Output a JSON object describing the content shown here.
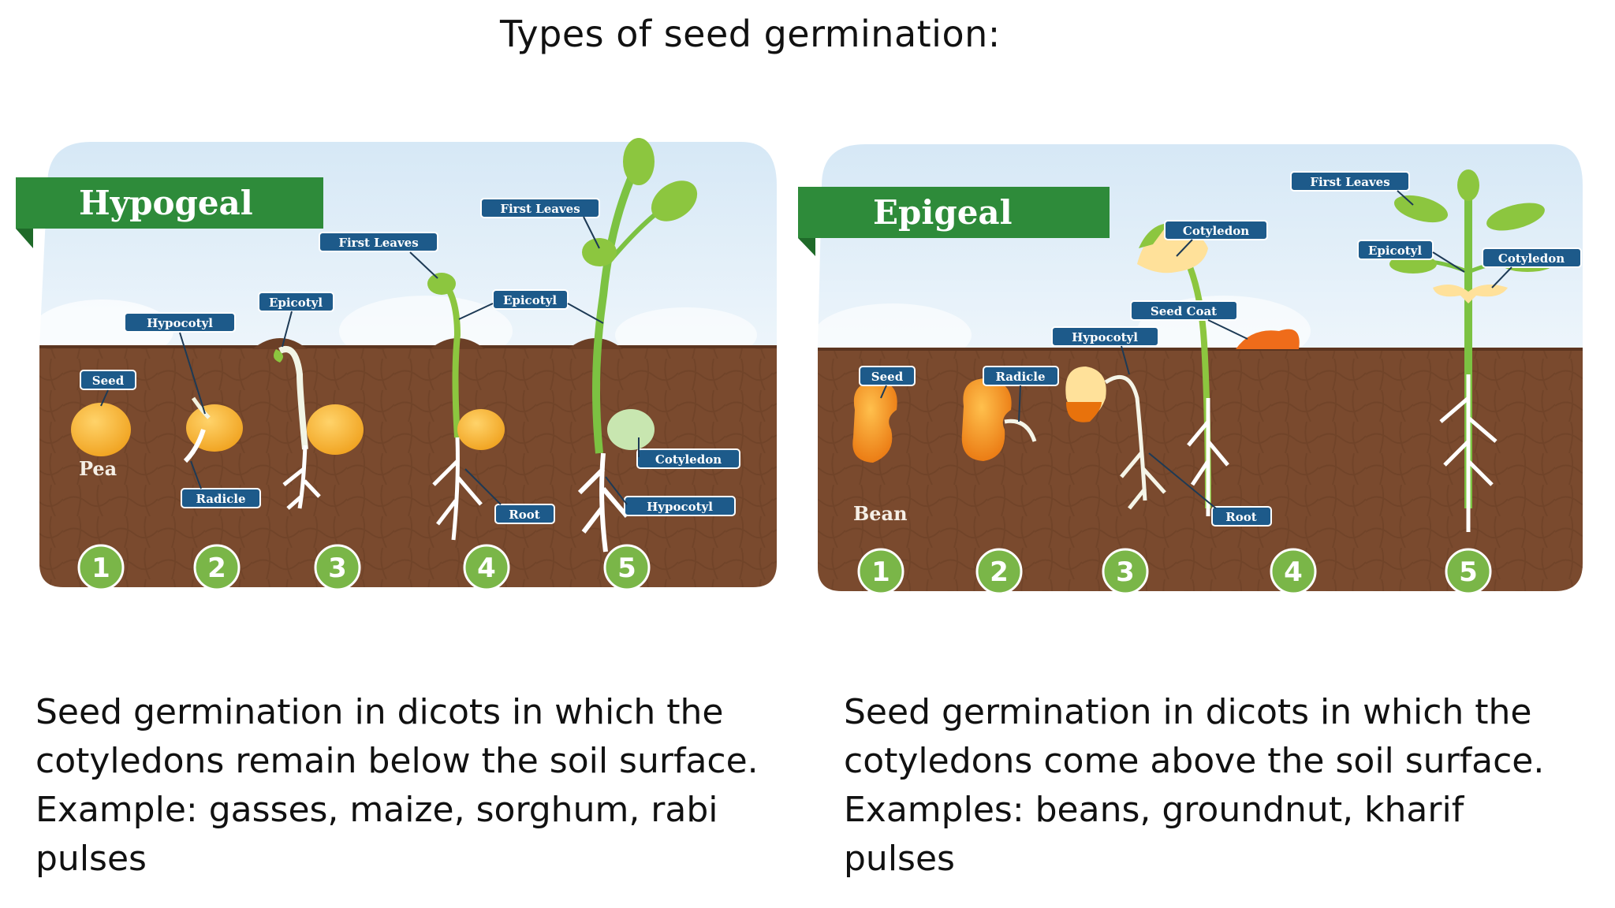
{
  "title": "Types of seed germination:",
  "colors": {
    "soil": "#7a4a2e",
    "sky": "#dbeaf5",
    "tag_green": "#2e8b3a",
    "label_bg": "#1d5a8a",
    "stem": "#7cc242",
    "number_circle": "#7ab648"
  },
  "hypogeal": {
    "tag": "Hypogeal",
    "seed_name": "Pea",
    "numbers": [
      "1",
      "2",
      "3",
      "4",
      "5"
    ],
    "labels": {
      "seed": "Seed",
      "hypocotyl_top": "Hypocotyl",
      "radicle": "Radicle",
      "epicotyl_3": "Epicotyl",
      "first_leaves_4": "First Leaves",
      "epicotyl_4": "Epicotyl",
      "root": "Root",
      "first_leaves_5": "First Leaves",
      "cotyledon": "Cotyledon",
      "hypocotyl_5": "Hypocotyl"
    },
    "description": "Seed germination in dicots in which the\ncotyledons remain  below the soil surface.\nExample: gasses, maize, sorghum, rabi\npulses"
  },
  "epigeal": {
    "tag": "Epigeal",
    "seed_name": "Bean",
    "numbers": [
      "1",
      "2",
      "3",
      "4",
      "5"
    ],
    "labels": {
      "seed": "Seed",
      "radicle": "Radicle",
      "hypocotyl": "Hypocotyl",
      "seed_coat": "Seed Coat",
      "cotyledon_4": "Cotyledon",
      "root": "Root",
      "first_leaves": "First Leaves",
      "epicotyl": "Epicotyl",
      "cotyledon_5": "Cotyledon"
    },
    "description": "Seed germination in dicots in which the\ncotyledons come above  the soil surface.\nExamples: beans,  groundnut, kharif\npulses"
  }
}
